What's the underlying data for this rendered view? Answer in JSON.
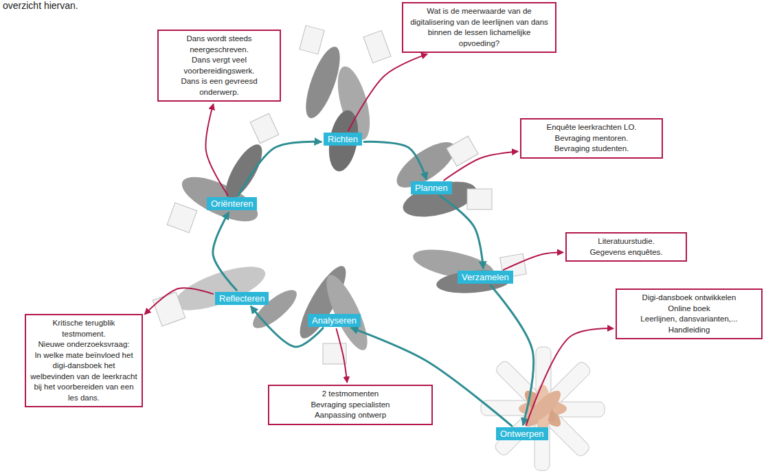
{
  "diagram": {
    "nodes": [
      {
        "text": [
          "Richten"
        ]
      },
      {
        "text": [
          "Plannen"
        ]
      },
      {
        "text": [
          "Verzamelen"
        ]
      },
      {
        "text": [
          "Ontwerpen"
        ]
      },
      {
        "text": [
          "Analyseren"
        ]
      },
      {
        "text": [
          "Reflecteren"
        ]
      },
      {
        "text": [
          "Oriënteren"
        ]
      },
      {
        "text": [
          "Wat is de meerwaarde van de digitalisering van de leerlijnen van dans binnen de lessen lichamelijke opvoeding?"
        ]
      },
      {
        "text": [
          "Enquête leerkrachten LO.",
          "Bevraging mentoren.",
          "Bevraging studenten."
        ]
      },
      {
        "text": [
          "Literatuurstudie.",
          "Gegevens enquêtes."
        ]
      },
      {
        "text": [
          "Digi-dansboek ontwikkelen",
          "Online boek",
          "Leerlijnen, dansvarianten,...",
          "Handleiding"
        ]
      },
      {
        "text": [
          "2 testmomenten",
          "Bevraging specialisten",
          "Aanpassing ontwerp"
        ]
      },
      {
        "text": [
          "Kritische terugblik testmoment.",
          "Nieuwe onderzoeksvraag:",
          "In welke mate beïnvloed het digi-dansboek het welbevinden van de leerkracht bij het voorbereiden van een les dans."
        ]
      },
      {
        "text": [
          "Dans wordt steeds neergeschreven.",
          "Dans vergt veel voorbereidingswerk.",
          "Dans is een gevreesd onderwerp."
        ]
      }
    ],
    "edges": [
      {
        "from": 6,
        "to": 0,
        "arrow": "to"
      },
      {
        "from": 0,
        "to": 1,
        "arrow": "to"
      },
      {
        "from": 1,
        "to": 2,
        "arrow": "to"
      },
      {
        "from": 2,
        "to": 3,
        "arrow": "to"
      },
      {
        "from": 3,
        "to": 4,
        "arrow": "to"
      },
      {
        "from": 4,
        "to": 5,
        "arrow": "to"
      },
      {
        "from": 5,
        "to": 6,
        "arrow": "to"
      },
      {
        "from": 0,
        "to": 7,
        "arrow": "to"
      },
      {
        "from": 1,
        "to": 8,
        "arrow": "to"
      },
      {
        "from": 2,
        "to": 9,
        "arrow": "to"
      },
      {
        "from": 3,
        "to": 10,
        "arrow": "to"
      },
      {
        "from": 4,
        "to": 11,
        "arrow": "to"
      },
      {
        "from": 5,
        "to": 12,
        "arrow": "to"
      },
      {
        "from": 6,
        "to": 13,
        "arrow": "to"
      }
    ],
    "labels": [
      "overzicht hiervan."
    ]
  }
}
